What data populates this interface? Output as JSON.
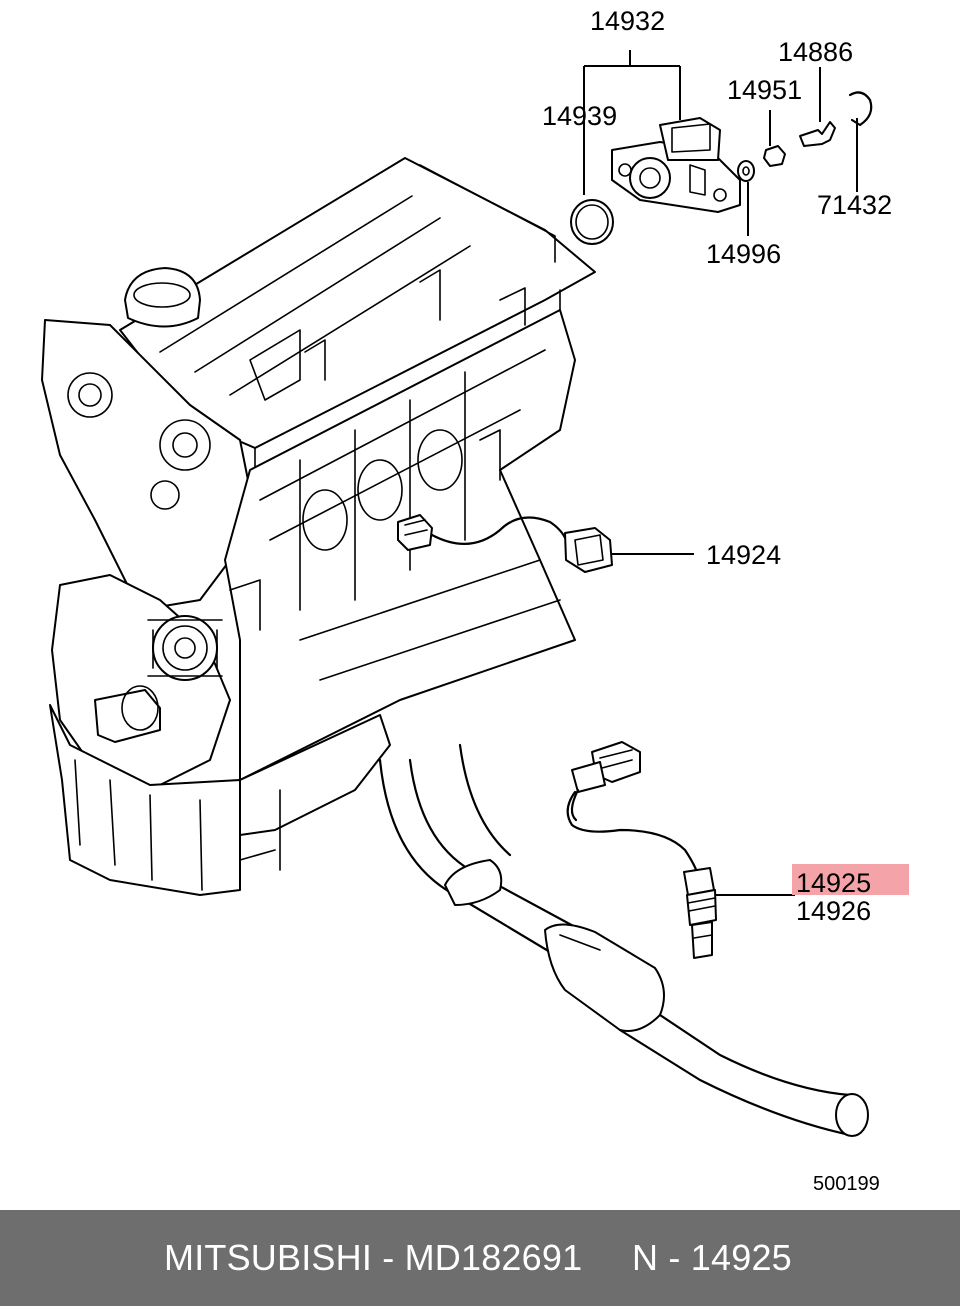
{
  "callouts": {
    "c14932": "14932",
    "c14939": "14939",
    "c14886": "14886",
    "c14951": "14951",
    "c71432": "71432",
    "c14996": "14996",
    "c14924": "14924",
    "c14925": "14925",
    "c14926": "14926"
  },
  "diagram_code": "500199",
  "highlight_color": "#f4a3a8",
  "footer": {
    "brand_part": "MITSUBISHI - MD182691",
    "ref": "N - 14925"
  }
}
